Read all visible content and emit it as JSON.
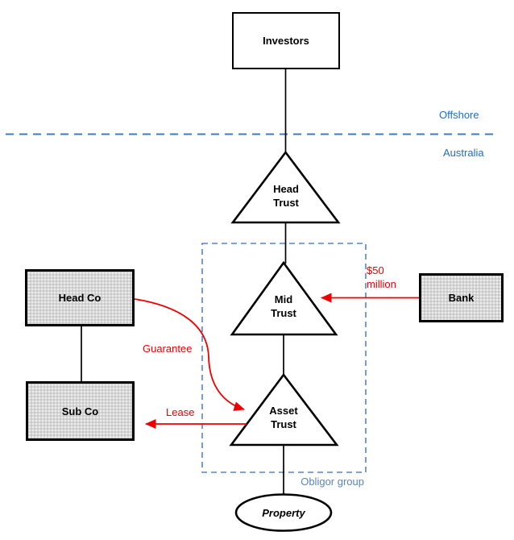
{
  "regions": {
    "offshore_label": "Offshore",
    "australia_label": "Australia",
    "obligor_group_label": "Obligor group"
  },
  "nodes": {
    "investors": "Investors",
    "head_trust": [
      "Head",
      "Trust"
    ],
    "mid_trust": [
      "Mid",
      "Trust"
    ],
    "asset_trust": [
      "Asset",
      "Trust"
    ],
    "head_co": "Head Co",
    "sub_co": "Sub Co",
    "bank": "Bank",
    "property": "Property"
  },
  "edges": {
    "loan_label": "$50 million",
    "guarantee_label": "Guarantee",
    "lease_label": "Lease"
  },
  "colors": {
    "arrow_red": "#ee0000",
    "region_blue": "#1f6fc1",
    "obligor_blue": "#5b82c6",
    "divider_blue": "#3e7cc1",
    "box_fill_gray": "#d6d6d6",
    "outline_black": "#000000"
  }
}
